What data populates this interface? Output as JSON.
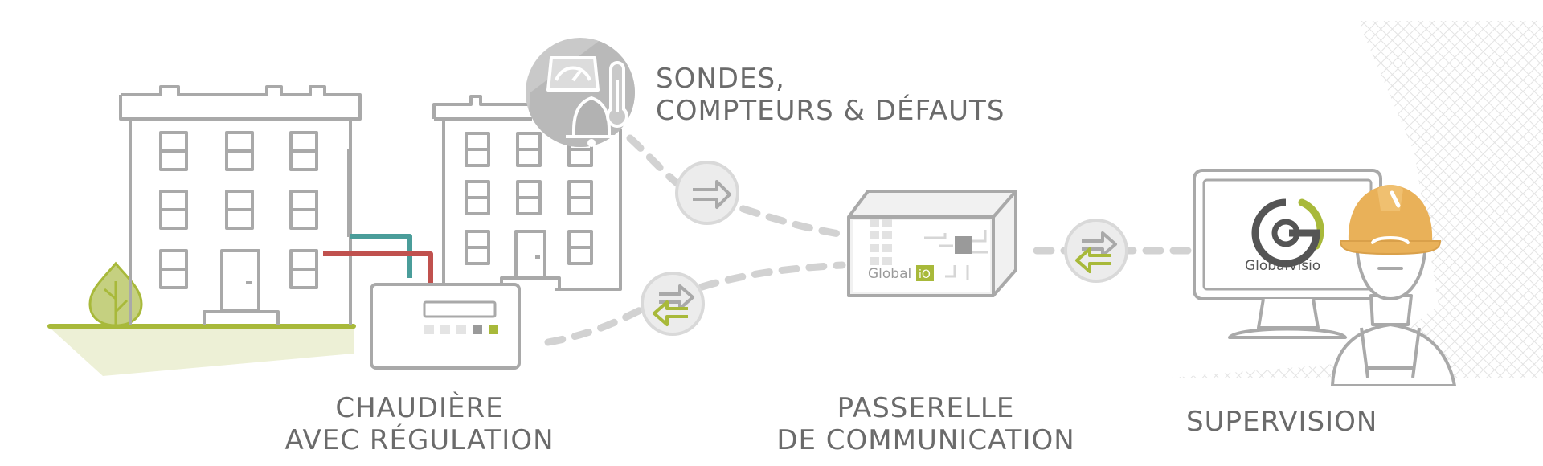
{
  "labels": {
    "sensors": {
      "line1": "SONDES,",
      "line2": "COMPTEURS & DÉFAUTS"
    },
    "boiler": {
      "line1": "CHAUDIÈRE",
      "line2": "AVEC RÉGULATION"
    },
    "gateway": {
      "line1": "PASSERELLE",
      "line2": "DE COMMUNICATION"
    },
    "supervision": {
      "line1": "SUPERVISION"
    }
  },
  "devices": {
    "gateway_brand": "Global",
    "gateway_badge": "iO",
    "monitor_logo": "GlobalVisio"
  },
  "colors": {
    "line_gray": "#a9a9a9",
    "dash_gray": "#d2d2d2",
    "lime_green": "#a8b93a",
    "pale_green": "#edf0d6",
    "pipe_red": "#c0514e",
    "pipe_teal": "#4a9d9a",
    "helmet_orange": "#e9b159",
    "text_gray": "#6b6b6b"
  }
}
